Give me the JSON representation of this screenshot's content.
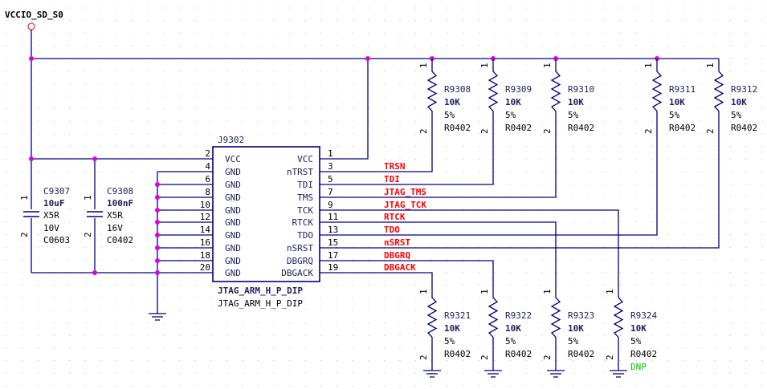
{
  "power": {
    "net": "VCCIO_SD_S0"
  },
  "connector": {
    "designator": "J9302",
    "value": "JTAG_ARM_H_P_DIP",
    "footprint": "JTAG_ARM_H_P_DIP",
    "left_pins": [
      {
        "num": "2",
        "name": "VCC"
      },
      {
        "num": "4",
        "name": "GND"
      },
      {
        "num": "6",
        "name": "GND"
      },
      {
        "num": "8",
        "name": "GND"
      },
      {
        "num": "10",
        "name": "GND"
      },
      {
        "num": "12",
        "name": "GND"
      },
      {
        "num": "14",
        "name": "GND"
      },
      {
        "num": "16",
        "name": "GND"
      },
      {
        "num": "18",
        "name": "GND"
      },
      {
        "num": "20",
        "name": "GND"
      }
    ],
    "right_pins": [
      {
        "num": "1",
        "name": "VCC"
      },
      {
        "num": "3",
        "name": "nTRST"
      },
      {
        "num": "5",
        "name": "TDI"
      },
      {
        "num": "7",
        "name": "TMS"
      },
      {
        "num": "9",
        "name": "TCK"
      },
      {
        "num": "11",
        "name": "RTCK"
      },
      {
        "num": "13",
        "name": "TDO"
      },
      {
        "num": "15",
        "name": "nSRST"
      },
      {
        "num": "17",
        "name": "DBGRQ"
      },
      {
        "num": "19",
        "name": "DBGACK"
      }
    ]
  },
  "nets": [
    "",
    "TRSN",
    "TDI",
    "JTAG_TMS",
    "JTAG_TCK",
    "RTCK",
    "TDO",
    "nSRST",
    "DBGRQ",
    "DBGACK"
  ],
  "capacitors": [
    {
      "ref": "C9307",
      "value": "10uF",
      "dielectric": "X5R",
      "voltage": "10V",
      "package": "C0603",
      "pin1": "1",
      "pin2": "2"
    },
    {
      "ref": "C9308",
      "value": "100nF",
      "dielectric": "X5R",
      "voltage": "16V",
      "package": "C0402",
      "pin1": "1",
      "pin2": "2"
    }
  ],
  "pullups": [
    {
      "ref": "R9308",
      "value": "10K",
      "tol": "5%",
      "package": "R0402",
      "pin1": "1",
      "pin2": "2"
    },
    {
      "ref": "R9309",
      "value": "10K",
      "tol": "5%",
      "package": "R0402",
      "pin1": "1",
      "pin2": "2"
    },
    {
      "ref": "R9310",
      "value": "10K",
      "tol": "5%",
      "package": "R0402",
      "pin1": "1",
      "pin2": "2"
    },
    {
      "ref": "R9311",
      "value": "10K",
      "tol": "5%",
      "package": "R0402",
      "pin1": "1",
      "pin2": "2"
    },
    {
      "ref": "R9312",
      "value": "10K",
      "tol": "5%",
      "package": "R0402",
      "pin1": "1",
      "pin2": "2"
    }
  ],
  "pulldowns": [
    {
      "ref": "R9321",
      "value": "10K",
      "tol": "5%",
      "package": "R0402",
      "pin1": "1",
      "pin2": "2",
      "note": ""
    },
    {
      "ref": "R9322",
      "value": "10K",
      "tol": "5%",
      "package": "R0402",
      "pin1": "1",
      "pin2": "2",
      "note": ""
    },
    {
      "ref": "R9323",
      "value": "10K",
      "tol": "5%",
      "package": "R0402",
      "pin1": "1",
      "pin2": "2",
      "note": ""
    },
    {
      "ref": "R9324",
      "value": "10K",
      "tol": "5%",
      "package": "R0402",
      "pin1": "1",
      "pin2": "2",
      "note": "DNP"
    }
  ],
  "colors": {
    "wire": "#000080",
    "body": "#000080",
    "net_label": "#ff0000",
    "junction": "#e000e0",
    "text": "#000000",
    "ref_text": "#202060",
    "dnp": "#00c000",
    "grid": "#b0b0b0"
  }
}
